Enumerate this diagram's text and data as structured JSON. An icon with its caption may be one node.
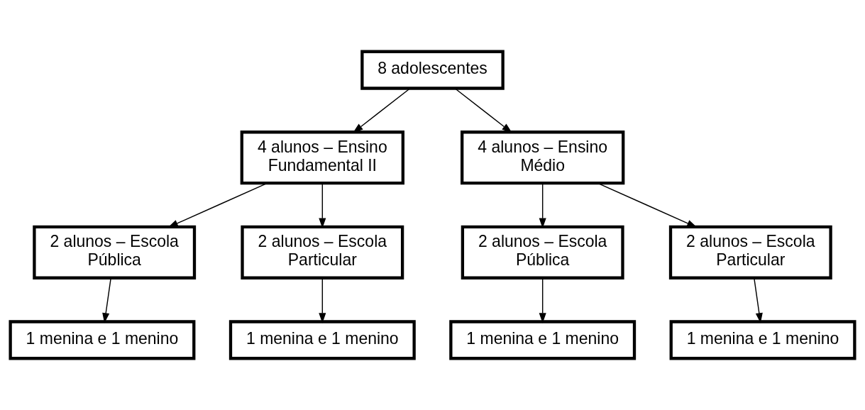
{
  "diagram": {
    "nodes": [
      {
        "text": [
          "8 adolescentes"
        ]
      },
      {
        "text": [
          "4 alunos – Ensino Fundamental II"
        ]
      },
      {
        "text": [
          "4 alunos – Ensino Médio"
        ]
      },
      {
        "text": [
          "2 alunos – Escola Pública"
        ]
      },
      {
        "text": [
          "2 alunos – Escola Particular"
        ]
      },
      {
        "text": [
          "2 alunos – Escola Pública"
        ]
      },
      {
        "text": [
          "2 alunos – Escola Particular"
        ]
      },
      {
        "text": [
          "1 menina e 1 menino"
        ]
      },
      {
        "text": [
          "1 menina e 1 menino"
        ]
      },
      {
        "text": [
          "1 menina e 1 menino"
        ]
      },
      {
        "text": [
          "1 menina e 1 menino"
        ]
      }
    ],
    "edges": [
      {
        "from": 0,
        "to": 1,
        "arrow": "to"
      },
      {
        "from": 0,
        "to": 2,
        "arrow": "to"
      },
      {
        "from": 1,
        "to": 3,
        "arrow": "to"
      },
      {
        "from": 1,
        "to": 4,
        "arrow": "to"
      },
      {
        "from": 2,
        "to": 5,
        "arrow": "to"
      },
      {
        "from": 2,
        "to": 6,
        "arrow": "to"
      },
      {
        "from": 3,
        "to": 7,
        "arrow": "to"
      },
      {
        "from": 4,
        "to": 8,
        "arrow": "to"
      },
      {
        "from": 5,
        "to": 9,
        "arrow": "to"
      },
      {
        "from": 6,
        "to": 10,
        "arrow": "to"
      }
    ]
  }
}
